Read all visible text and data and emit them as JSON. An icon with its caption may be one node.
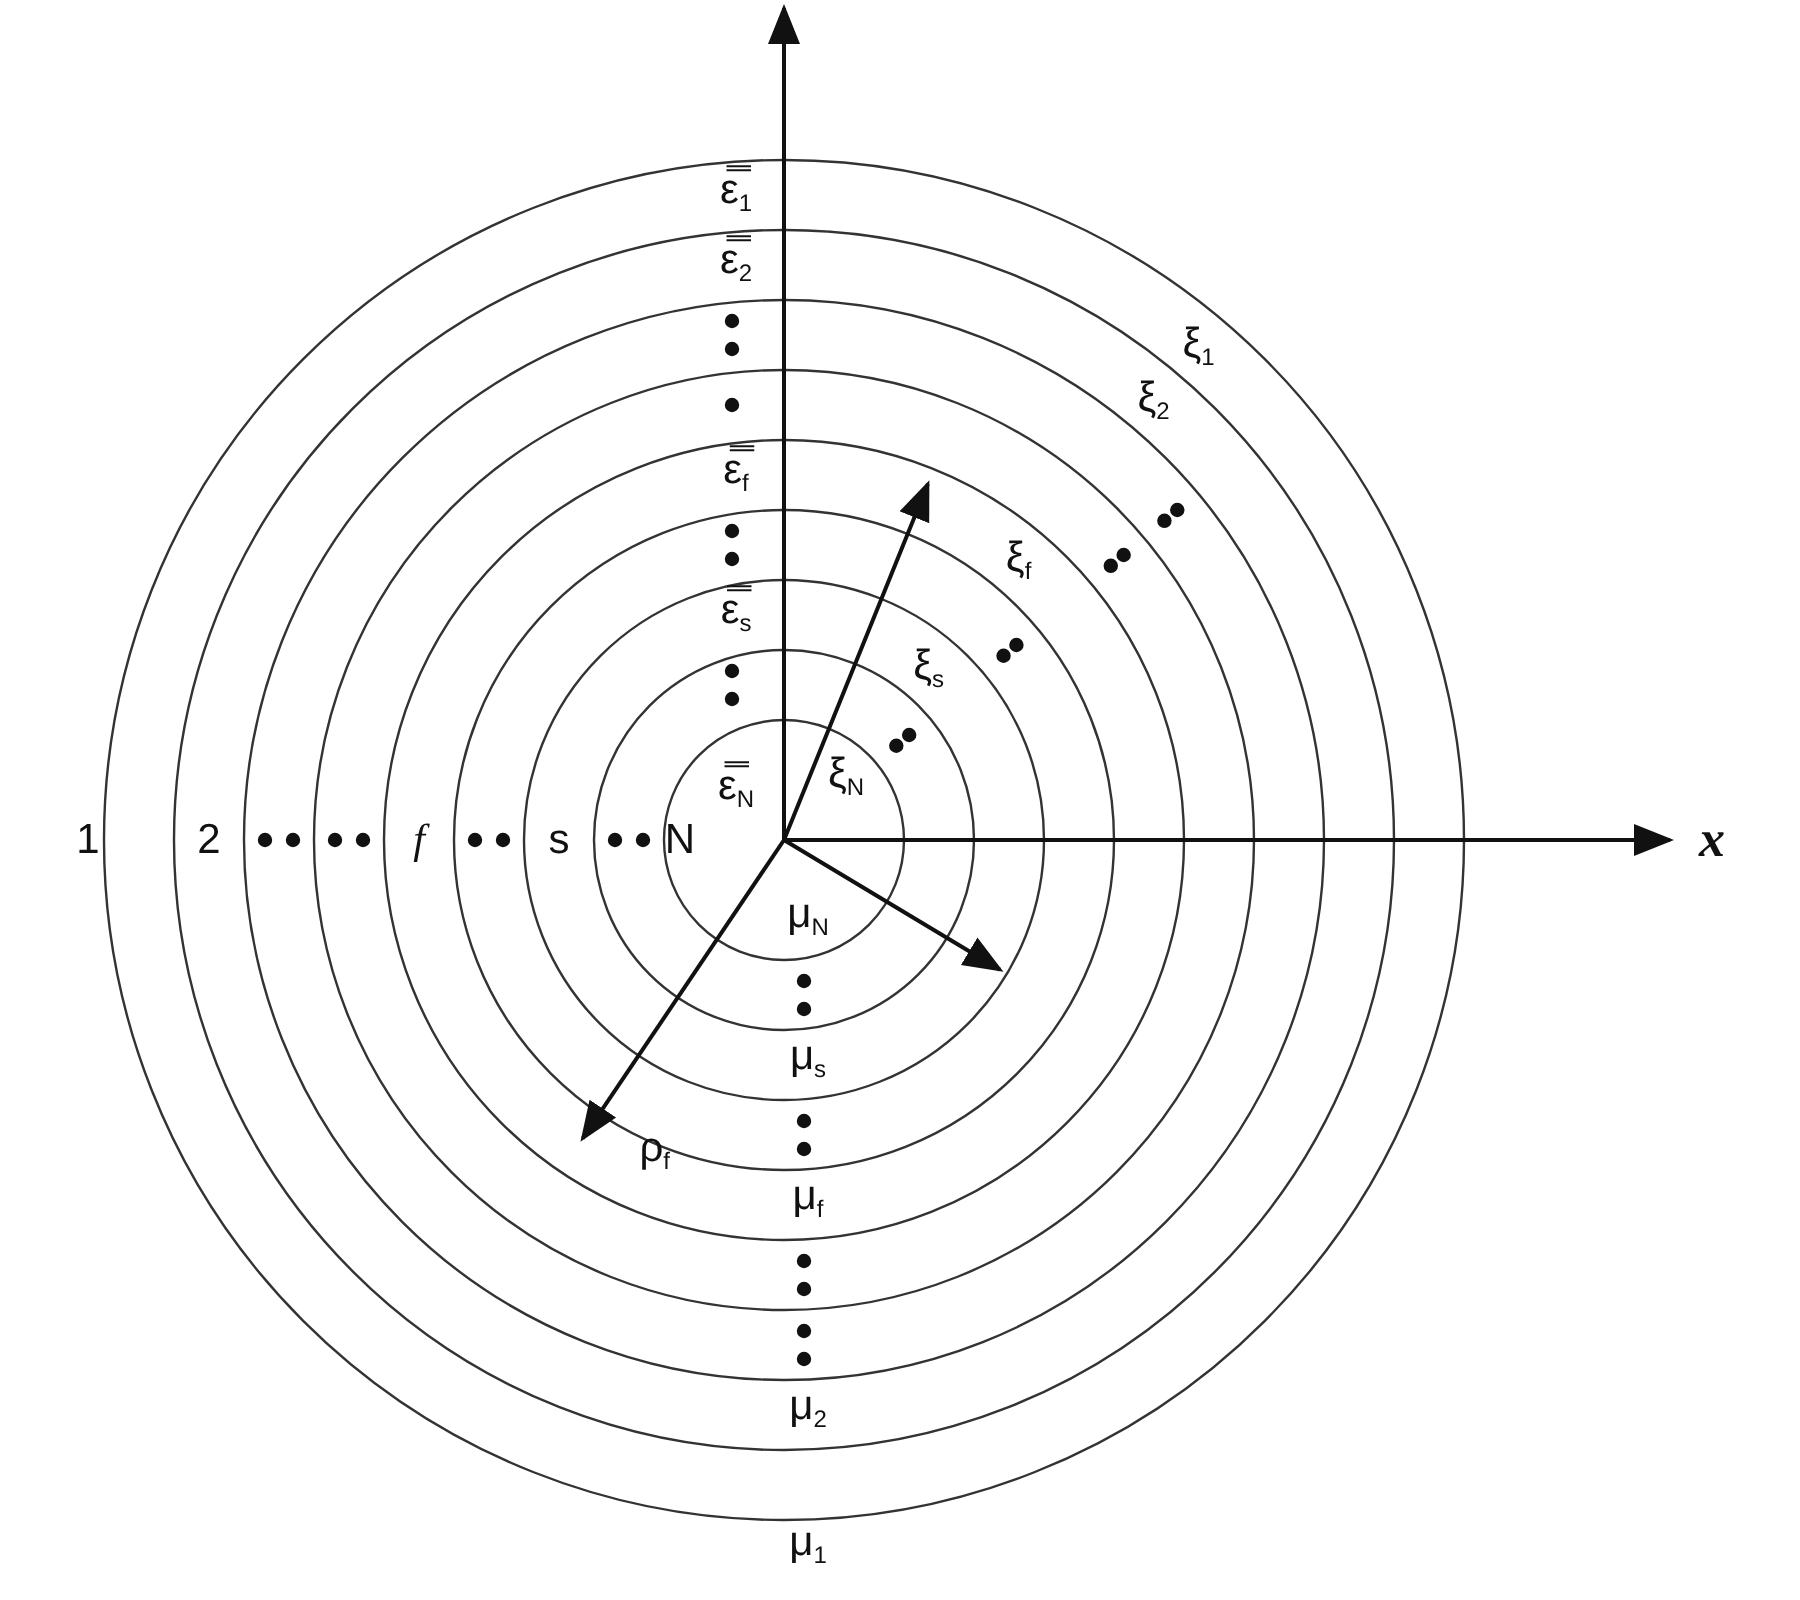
{
  "diagram": {
    "labels": [
      "ε̿$_{1}$",
      "ε̿$_{2}$",
      "ξ$_{1}$",
      "ξ$_{2}$",
      "ε̿$_{f}$",
      "ξ$_{f}$",
      "ε̿$_{s}$",
      "ξ$_{s}$",
      "1",
      "2",
      "f",
      "s",
      "N",
      "ε̿$_{N}$",
      "ξ$_{N}$",
      "x",
      "μ$_{N}$",
      "ρ$_{f}$",
      "μ$_{s}$",
      "μ$_{f}$",
      "μ$_{2}$",
      "μ$_{1}$"
    ]
  }
}
